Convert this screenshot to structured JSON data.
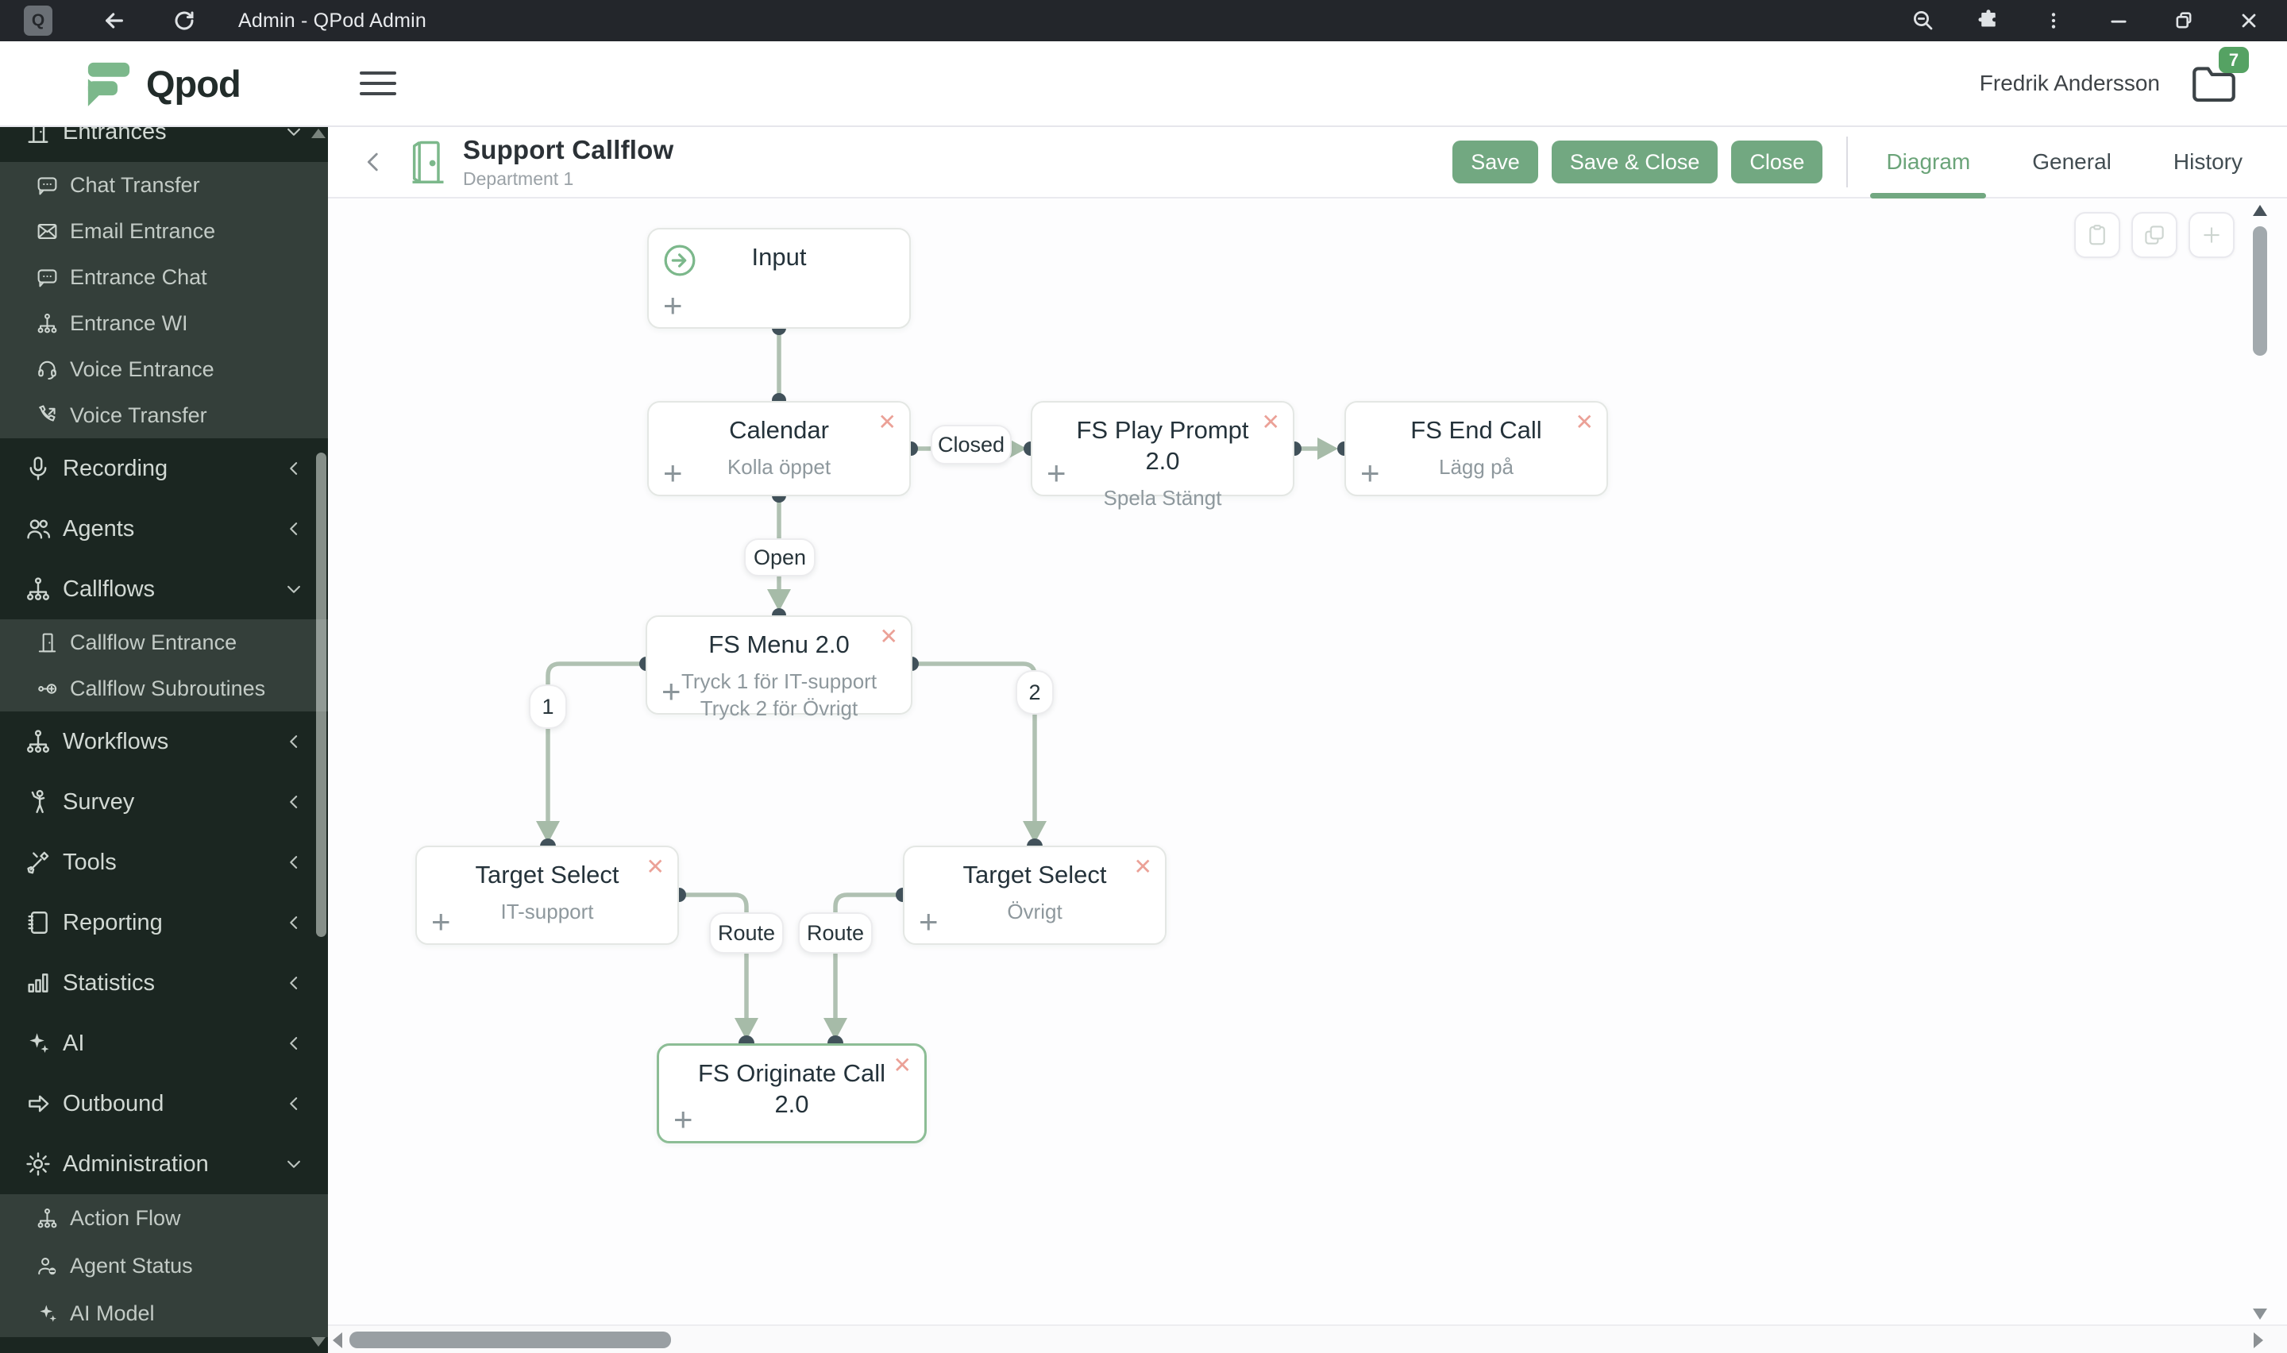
{
  "browser": {
    "tab_title": "Admin - QPod Admin",
    "favicon_letter": "Q"
  },
  "app_header": {
    "logo_text": "Qpod",
    "user_name": "Fredrik Andersson",
    "workspace_badge": "7"
  },
  "sidebar": {
    "items": [
      {
        "label": "Entrances",
        "icon": "door",
        "state": "expanded",
        "children": [
          {
            "label": "Chat Transfer",
            "icon": "chat"
          },
          {
            "label": "Email Entrance",
            "icon": "mail"
          },
          {
            "label": "Entrance Chat",
            "icon": "chat"
          },
          {
            "label": "Entrance WI",
            "icon": "sitemap"
          },
          {
            "label": "Voice Entrance",
            "icon": "headset"
          },
          {
            "label": "Voice Transfer",
            "icon": "phone-out"
          }
        ]
      },
      {
        "label": "Recording",
        "icon": "mic",
        "state": "collapsed"
      },
      {
        "label": "Agents",
        "icon": "people",
        "state": "collapsed"
      },
      {
        "label": "Callflows",
        "icon": "sitemap",
        "state": "expanded",
        "children": [
          {
            "label": "Callflow Entrance",
            "icon": "door"
          },
          {
            "label": "Callflow Subroutines",
            "icon": "key-plus"
          }
        ]
      },
      {
        "label": "Workflows",
        "icon": "sitemap",
        "state": "collapsed"
      },
      {
        "label": "Survey",
        "icon": "person-wave",
        "state": "collapsed"
      },
      {
        "label": "Tools",
        "icon": "tools",
        "state": "collapsed"
      },
      {
        "label": "Reporting",
        "icon": "notebook",
        "state": "collapsed"
      },
      {
        "label": "Statistics",
        "icon": "chart",
        "state": "collapsed"
      },
      {
        "label": "AI",
        "icon": "sparkles",
        "state": "collapsed"
      },
      {
        "label": "Outbound",
        "icon": "arrow-right",
        "state": "collapsed"
      },
      {
        "label": "Administration",
        "icon": "gear",
        "state": "expanded",
        "children": [
          {
            "label": "Action Flow",
            "icon": "sitemap"
          },
          {
            "label": "Agent Status",
            "icon": "person-minus"
          },
          {
            "label": "AI Model",
            "icon": "sparkles"
          }
        ]
      }
    ]
  },
  "page_header": {
    "title": "Support Callflow",
    "subtitle": "Department 1",
    "buttons": [
      {
        "id": "save",
        "label": "Save"
      },
      {
        "id": "save-close",
        "label": "Save & Close"
      },
      {
        "id": "close",
        "label": "Close"
      }
    ],
    "tabs": [
      {
        "id": "diagram",
        "label": "Diagram",
        "active": true
      },
      {
        "id": "general",
        "label": "General",
        "active": false
      },
      {
        "id": "history",
        "label": "History",
        "active": false
      }
    ]
  },
  "diagram": {
    "nodes": [
      {
        "id": "input",
        "title": "Input",
        "subtitle_lines": [],
        "start": true,
        "closable": false,
        "selected": false
      },
      {
        "id": "calendar",
        "title": "Calendar",
        "subtitle_lines": [
          "Kolla öppet"
        ],
        "closable": true,
        "selected": false
      },
      {
        "id": "play_prompt",
        "title": "FS Play Prompt 2.0",
        "subtitle_lines": [
          "Spela Stängt"
        ],
        "closable": true,
        "selected": false
      },
      {
        "id": "end_call",
        "title": "FS End Call",
        "subtitle_lines": [
          "Lägg på"
        ],
        "closable": true,
        "selected": false
      },
      {
        "id": "menu",
        "title": "FS Menu 2.0",
        "subtitle_lines": [
          "Tryck 1 för IT-support",
          "Tryck 2 för Övrigt"
        ],
        "closable": true,
        "selected": false
      },
      {
        "id": "target_it",
        "title": "Target Select",
        "subtitle_lines": [
          "IT-support"
        ],
        "closable": true,
        "selected": false
      },
      {
        "id": "target_other",
        "title": "Target Select",
        "subtitle_lines": [
          "Övrigt"
        ],
        "closable": true,
        "selected": false
      },
      {
        "id": "originate",
        "title": "FS Originate Call 2.0",
        "subtitle_lines": [],
        "closable": true,
        "selected": true
      }
    ],
    "edge_labels": [
      {
        "id": "closed",
        "text": "Closed"
      },
      {
        "id": "open",
        "text": "Open"
      },
      {
        "id": "one",
        "text": "1"
      },
      {
        "id": "two",
        "text": "2"
      },
      {
        "id": "route1",
        "text": "Route"
      },
      {
        "id": "route2",
        "text": "Route"
      }
    ],
    "node_close_glyph": "✕",
    "node_plus_glyph": "+",
    "toolbar": [
      {
        "id": "paste",
        "icon": "clipboard"
      },
      {
        "id": "copy",
        "icon": "copy"
      },
      {
        "id": "add",
        "icon": "plus"
      }
    ]
  }
}
